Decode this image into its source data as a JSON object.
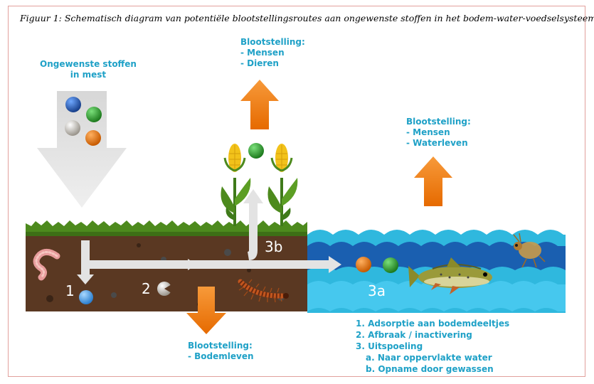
{
  "caption": "Figuur 1: Schematisch diagram van potentiële blootstellingsroutes aan ongewenste stoffen in het bodem-water-voedselsysteem",
  "source_label": {
    "line1": "Ongewenste stoffen",
    "line2": "in mest"
  },
  "exposure_top": {
    "title": "Blootstelling:",
    "items": [
      "- Mensen",
      "- Dieren"
    ]
  },
  "exposure_water": {
    "title": "Blootstelling:",
    "items": [
      "- Mensen",
      "- Waterleven"
    ]
  },
  "exposure_soil": {
    "title": "Blootstelling:",
    "items": [
      "- Bodemleven"
    ]
  },
  "route_numbers": {
    "n1": "1",
    "n2": "2",
    "n3a": "3a",
    "n3b": "3b"
  },
  "legend": {
    "items": [
      "1. Adsorptie aan bodemdeeltjes",
      "2. Afbraak / inactivering",
      "3. Uitspoeling"
    ],
    "subitems": [
      "a. Naar oppervlakte water",
      "b. Opname door gewassen"
    ]
  },
  "colors": {
    "label_blue": "#1fa1c7",
    "soil": "#5a3822",
    "grass": "#4d8a1d",
    "water_light": "#2fb8de",
    "water_dark": "#1a5fb0",
    "arrow_grey": "#e6e6e6",
    "arrow_orange": "#f07a0f",
    "ball_blue": "#1f5fb8",
    "ball_green": "#2ba32b",
    "ball_white": "#d8d4cc",
    "ball_orange": "#f07a0f"
  },
  "icons": [
    "earthworm-icon",
    "centipede-icon",
    "fish-icon",
    "water-flea-icon",
    "corn-plant-icon"
  ]
}
